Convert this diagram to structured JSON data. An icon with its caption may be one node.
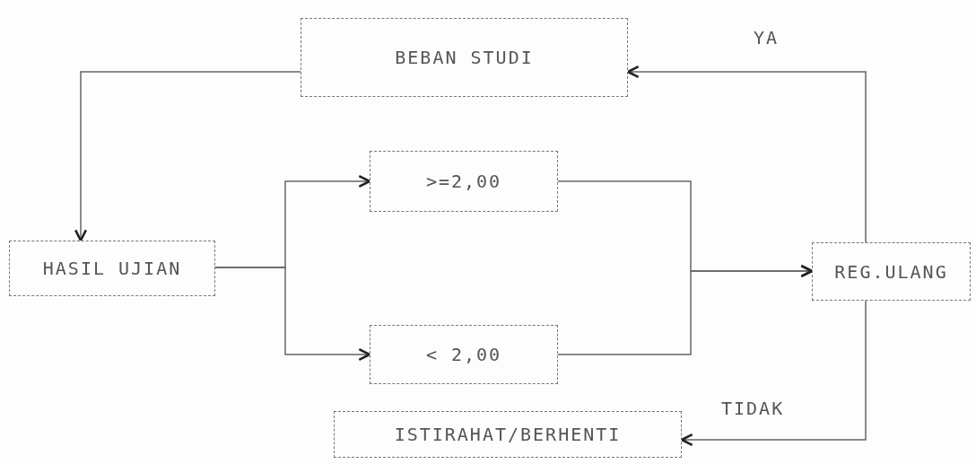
{
  "diagram": {
    "nodes": [
      {
        "text": [
          "BEBAN STUDI"
        ]
      },
      {
        "text": [
          "HASIL UJIAN"
        ]
      },
      {
        "text": [
          ">=2,00"
        ]
      },
      {
        "text": [
          "< 2,00"
        ]
      },
      {
        "text": [
          "REG.ULANG"
        ]
      },
      {
        "text": [
          "ISTIRAHAT/BERHENTI"
        ]
      }
    ],
    "edges": [
      {
        "from": 0,
        "to": 1,
        "arrow": "to"
      },
      {
        "from": 1,
        "to": 2,
        "arrow": "to"
      },
      {
        "from": 1,
        "to": 3,
        "arrow": "to"
      },
      {
        "from": 2,
        "to": 4,
        "arrow": "to"
      },
      {
        "from": 3,
        "to": 4,
        "arrow": "to"
      },
      {
        "from": 4,
        "to": 0,
        "arrow": "to",
        "label": "YA"
      },
      {
        "from": 4,
        "to": 5,
        "arrow": "to",
        "label": "TIDAK"
      }
    ]
  }
}
